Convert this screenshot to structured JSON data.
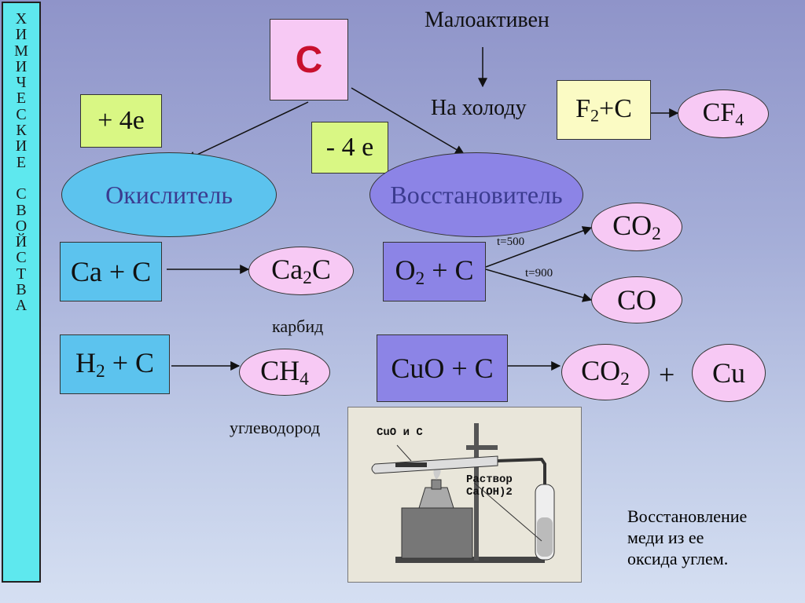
{
  "side_title": [
    "Х",
    "И",
    "М",
    "И",
    "Ч",
    "Е",
    "С",
    "К",
    "И",
    "Е",
    "",
    "С",
    "В",
    "О",
    "Й",
    "С",
    "Т",
    "В",
    "А"
  ],
  "carbon": "C",
  "plus4e": "+ 4е",
  "minus4e": "- 4 е",
  "low_activity": "Малоактивен",
  "cold": "На холоду",
  "f2c": {
    "a": "F",
    "sub": "2",
    "b": "+C"
  },
  "cf4": {
    "a": "CF",
    "sub": "4"
  },
  "oxidizer": "Окислитель",
  "reducer": "Восстановитель",
  "ca_c": "Ca + C",
  "ca2c": {
    "a": "Ca",
    "sub": "2",
    "b": "C"
  },
  "carbide": "карбид",
  "o2_c": {
    "a": "O",
    "sub": "2",
    "b": " + C"
  },
  "t500": "t=500",
  "t900": "t=900",
  "co2_a": {
    "a": "CO",
    "sub": "2"
  },
  "co": "CO",
  "h2_c": {
    "a": "H",
    "sub": "2",
    "b": " + C"
  },
  "ch4": {
    "a": "CH",
    "sub": "4"
  },
  "hydrocarbon": "углеводород",
  "cuo_c": "CuO + C",
  "co2_b": {
    "a": "CO",
    "sub": "2"
  },
  "plus": "+",
  "cu": "Cu",
  "photo_labels": {
    "cuo_c": "CuO и C",
    "solution": "Раствор",
    "caoh2": "Ca(OH)2"
  },
  "caption": [
    "Восстановление",
    "меди из ее",
    "оксида углем."
  ]
}
